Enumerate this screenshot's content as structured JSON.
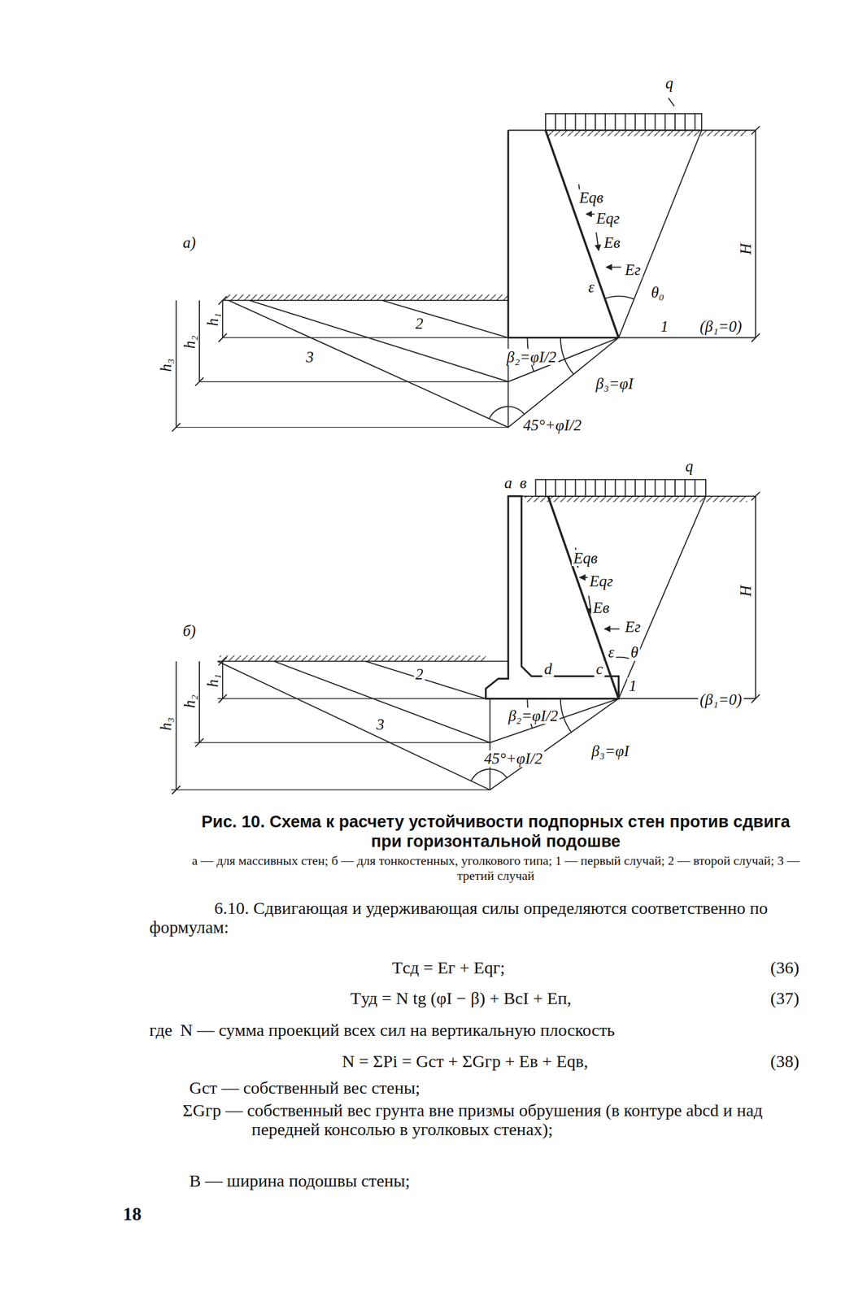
{
  "diagram": {
    "caption": "Рис. 10. Схема к расчету устойчивости подпорных стен против сдвига при горизонтальной подошве",
    "labels": [
      "q",
      "а)",
      "Eqв",
      "Eqг",
      "Eв",
      "Eг",
      "ε",
      "θ₀",
      "H",
      "1",
      "(β₁=0)",
      "h₁",
      "h₂",
      "h₃",
      "2",
      "3",
      "β₂=φI/2",
      "β₃=φI",
      "45°+φI/2",
      "а",
      "в",
      "q",
      "б)",
      "Eqв",
      "Eqг",
      "Eв",
      "Eг",
      "ε",
      "θ",
      "H",
      "d",
      "c",
      "1",
      "(β₁=0)",
      "h₁",
      "h₂",
      "h₃",
      "2",
      "3",
      "β₂=φI/2",
      "β₃=φI",
      "45°+φI/2",
      "а — для массивных стен; б — для тонкостенных, уголкового типа; 1 — первый случай; 2 — второй случай; 3 — третий случай",
      "6.10. Сдвигающая и удерживающая силы определяются соответственно по формулам:",
      "Tсд = Eг + Eqг;",
      "(36)",
      "Tуд = N tg (φI − β) + BcI + Eп,",
      "(37)",
      "где",
      "N — сумма проекций всех сил на вертикальную плоскость",
      "N = ΣPi = Gст + ΣGгр + Eв + Eqв,",
      "(38)",
      "Gст — собственный вес стены;",
      "ΣGгр — собственный вес грунта вне призмы обрушения (в контуре abcd и над передней консолью в уголковых стенах);",
      "B — ширина подошвы стены;",
      "18"
    ]
  }
}
